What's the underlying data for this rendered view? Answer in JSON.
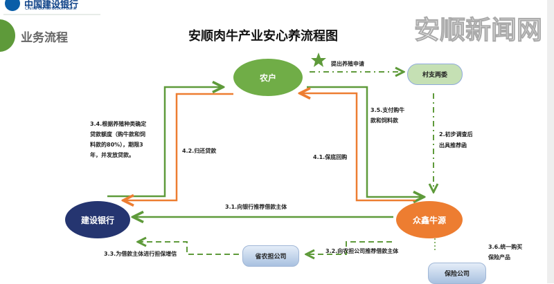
{
  "logo": {
    "cn": "中国建设银行",
    "en": "China Construction Bank"
  },
  "section_title": "业务流程",
  "title": "安顺肉牛产业安心养流程图",
  "nodes": {
    "farmer": "农户",
    "village": "村支两委",
    "supplier": "众鑫牛源",
    "bank": "建设银行",
    "guarantee": "省农担公司",
    "insurance": "保险公司"
  },
  "labels": {
    "s1": "提出养殖申请",
    "s2a": "2.初步调查后",
    "s2b": "出具推荐函",
    "s31": "3.1.向银行推荐借款主体",
    "s32": "3.2.向农担公司推荐借款主体",
    "s33": "3.3.为借款主体进行担保增信",
    "s34": [
      "3.4.根据养殖种类确定",
      "贷款额度（购牛款和饲",
      "料款的80%），期限3",
      "年，并发放贷款。"
    ],
    "s35a": "3.5.支付购牛",
    "s35b": "款和饲料款",
    "s36a": "3.6.统一购买",
    "s36b": "保险产品",
    "s41": "4.1.保底回购",
    "s42": "4.2.归还贷款"
  },
  "watermark": "安顺新闻网",
  "colors": {
    "green": "#70ad47",
    "orange": "#ed7d31",
    "navy": "#253570",
    "light_green": "#c5e0b4"
  }
}
